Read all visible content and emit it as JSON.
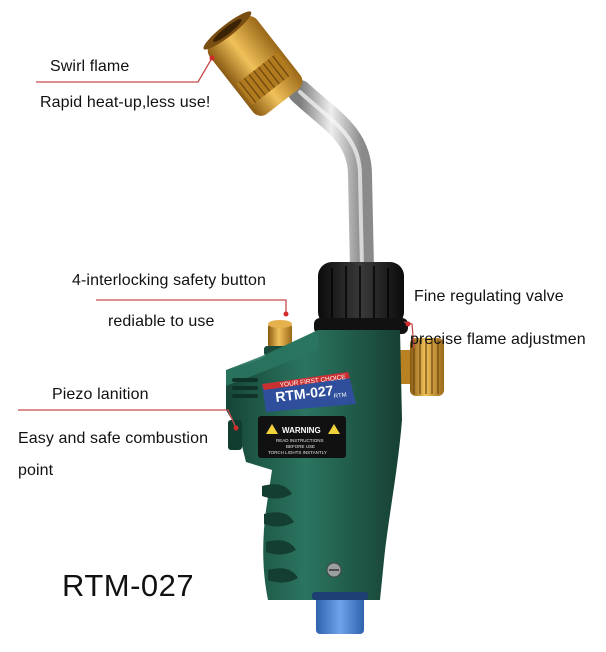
{
  "callouts": {
    "swirl": {
      "title": "Swirl flame",
      "subtitle": "Rapid heat-up,less use!"
    },
    "safety": {
      "title": "4-interlocking safety button",
      "subtitle": "rediable to use"
    },
    "valve": {
      "title": "Fine regulating valve",
      "subtitle": "precise flame adjustmen"
    },
    "piezo": {
      "title": "Piezo lanition",
      "subtitle": "Easy and safe combustion",
      "subtitle2": "point"
    }
  },
  "model_label": "RTM-027",
  "torch": {
    "brand_line": "YOUR FIRST CHOICE",
    "model_text": "RTM-027",
    "logo_text": "RTM",
    "warning_title": "WARNING",
    "warning_lines": [
      "READ INSTRUCTIONS",
      "BEFORE USE",
      "TORCH LIGHTS INSTANTLY"
    ]
  },
  "colors": {
    "body_green": "#1f5e4c",
    "brass": "#c8902a",
    "steel": "#b9b9b9",
    "knob_black": "#1a1a1a",
    "base_blue": "#4a86d4",
    "label_blue": "#2f4f9c",
    "callout_red": "#d12b2b"
  }
}
